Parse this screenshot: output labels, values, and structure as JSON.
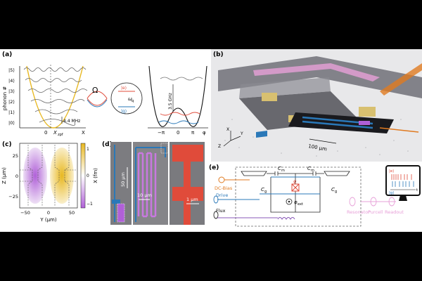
{
  "panels": {
    "a": {
      "label": "(a)",
      "ylabel": "phonon #",
      "levels": [
        "|5⟩",
        "|4⟩",
        "|3⟩",
        "|2⟩",
        "|1⟩",
        "|0⟩"
      ],
      "spacing": "4.4 MHz",
      "xticks": [
        "0",
        "X",
        "X"
      ],
      "xzpf_sub": "zpf",
      "omega": "Ω",
      "omega_q": "ω",
      "omega_q_sub": "q",
      "state_e": "|e⟩",
      "state_g": "|g⟩",
      "ghz": "3.5 GHz",
      "phi_ticks": [
        "−π",
        "0",
        "π",
        "φ"
      ]
    },
    "b": {
      "label": "(b)",
      "scale": "100 μm",
      "axes": [
        "X",
        "Y",
        "Z"
      ]
    },
    "c": {
      "label": "(c)",
      "ylabel": "Z (μm)",
      "xlabel": "Y (μm)",
      "yticks": [
        "25",
        "0",
        "−25"
      ],
      "xticks": [
        "−50",
        "0",
        "50"
      ],
      "cbar_label": "X (fm)",
      "cbar_ticks": [
        "1",
        "0",
        "−1"
      ]
    },
    "d": {
      "label": "(d)",
      "scale1": "10 μm",
      "scale2": "50 μm",
      "scale3": "1 μm"
    },
    "e": {
      "label": "(e)",
      "cm1": "C",
      "cm2": "C",
      "cm_sub": "m",
      "dc_bias": "DC-Bias",
      "drive": "Drive",
      "flux": "Flux",
      "cg1": "C",
      "cg2": "C",
      "cg_sub": "g",
      "phi": "φ",
      "phi_ext": "φ",
      "phi_ext_sub": "ext",
      "resonator": "Resonator",
      "purcell": "Purcell",
      "readout": "Readout",
      "state_e": "|e⟩",
      "state_g": "|g⟩",
      "t": "t"
    }
  },
  "colors": {
    "gold": "#e8b820",
    "blue": "#2a78b8",
    "red": "#e04b3a",
    "purple": "#b060d8",
    "pink": "#e7a0d8",
    "orange": "#e07a20"
  }
}
